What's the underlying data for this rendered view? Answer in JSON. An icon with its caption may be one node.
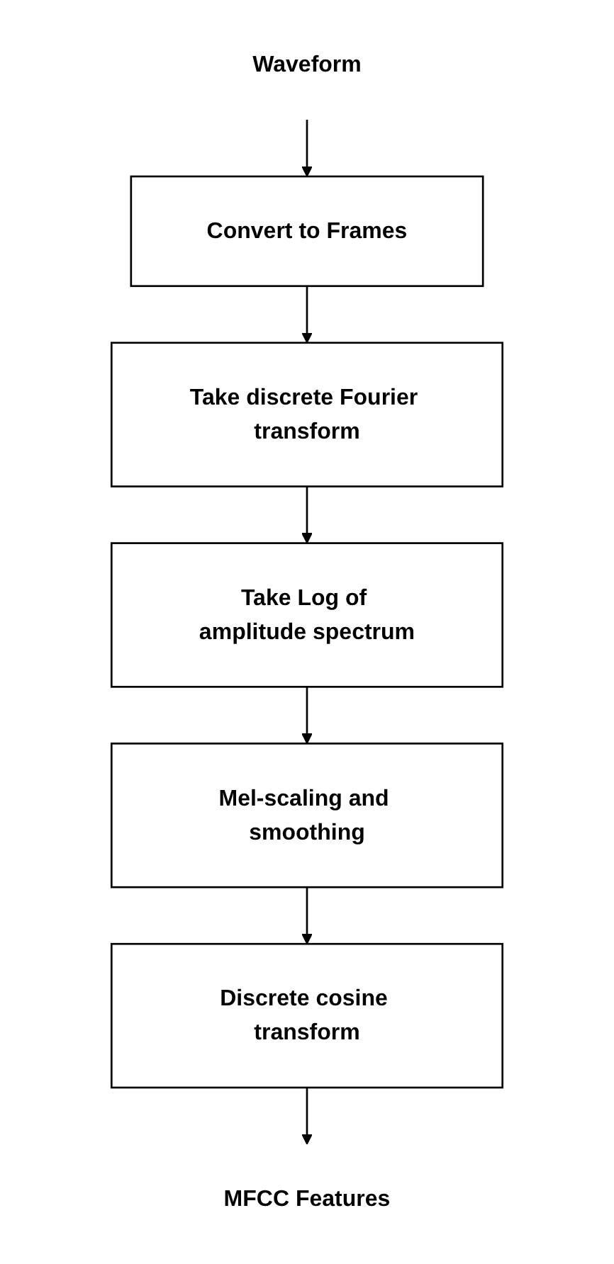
{
  "diagram": {
    "nodes": [
      {
        "text": [
          "Waveform"
        ]
      },
      {
        "text": [
          "Convert to Frames"
        ]
      },
      {
        "text": [
          "Take discrete Fourier transform"
        ]
      },
      {
        "text": [
          "Take Log of amplitude spectrum"
        ]
      },
      {
        "text": [
          "Mel-scaling and smoothing"
        ]
      },
      {
        "text": [
          "Discrete cosine transform"
        ]
      },
      {
        "text": [
          "MFCC Features"
        ]
      }
    ],
    "edges": [
      {
        "from": 0,
        "to": 1,
        "arrow": "to"
      },
      {
        "from": 1,
        "to": 2,
        "arrow": "to"
      },
      {
        "from": 2,
        "to": 3,
        "arrow": "to"
      },
      {
        "from": 3,
        "to": 4,
        "arrow": "to"
      },
      {
        "from": 4,
        "to": 5,
        "arrow": "to"
      },
      {
        "from": 5,
        "to": 6,
        "arrow": "to"
      }
    ]
  }
}
